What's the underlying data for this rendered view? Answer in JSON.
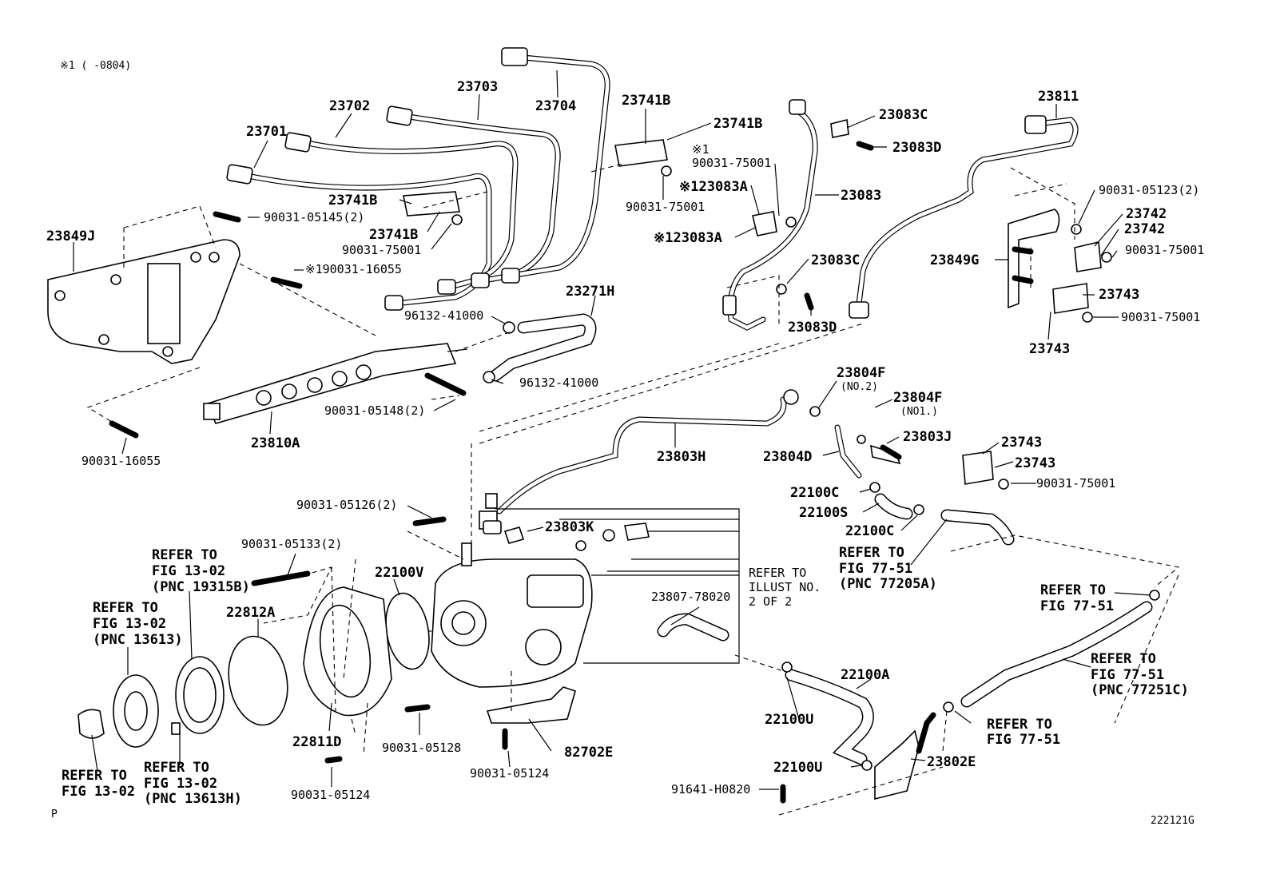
{
  "header": {
    "note": "※1 (      -0804)"
  },
  "footer": {
    "left_mark": "P",
    "figure_code": "222121G"
  },
  "callouts": {
    "c23701": "23701",
    "c23702": "23702",
    "c23703": "23703",
    "c23704": "23704",
    "c23741B_a": "23741B",
    "c23741B_b": "23741B",
    "c23741B_c": "23741B",
    "c23741B_d": "23741B",
    "c23849J": "23849J",
    "c90031_05145": "90031-05145(2)",
    "c90031_16055_x": "※190031-16055",
    "c90031_75001_a": "90031-75001",
    "c90031_75001_b": "90031-75001",
    "c_star1": "※1",
    "c90031_75001_c": "90031-75001",
    "c23083A_a": "※123083A",
    "c23083A_b": "※123083A",
    "c23083C_a": "23083C",
    "c23083D_a": "23083D",
    "c23083": "23083",
    "c23083C_b": "23083C",
    "c23083D_b": "23083D",
    "c23811": "23811",
    "c90031_05123": "90031-05123(2)",
    "c23742_a": "23742",
    "c23742_b": "23742",
    "c23849G": "23849G",
    "c90031_75001_d": "90031-75001",
    "c23743_a": "23743",
    "c90031_75001_e": "90031-75001",
    "c23743_b": "23743",
    "c23271H": "23271H",
    "c96132_41000_a": "96132-41000",
    "c96132_41000_b": "96132-41000",
    "c90031_05148": "90031-05148(2)",
    "c23810A": "23810A",
    "c90031_16055": "90031-16055",
    "c23804F_a": "23804F",
    "c_no2": "(NO.2)",
    "c23804F_b": "23804F",
    "c_no1": "(NO1.)",
    "c23803J": "23803J",
    "c23804D": "23804D",
    "c23803H": "23803H",
    "c23743_c": "23743",
    "c23743_d": "23743",
    "c90031_75001_f": "90031-75001",
    "c22100C_a": "22100C",
    "c22100S": "22100S",
    "c22100C_b": "22100C",
    "c90031_05126": "90031-05126(2)",
    "c23803K": "23803K",
    "c90031_05133": "90031-05133(2)",
    "c22100V": "22100V",
    "c22812A": "22812A",
    "c23807": "23807-78020",
    "c22811D": "22811D",
    "c90031_05128": "90031-05128",
    "c82702E": "82702E",
    "c90031_05124_a": "90031-05124",
    "c90031_05124_b": "90031-05124",
    "c22100A": "22100A",
    "c22100U_a": "22100U",
    "c22100U_b": "22100U",
    "c23802E": "23802E",
    "c91641": "91641-H0820"
  },
  "refer_notes": {
    "r_illust": [
      "REFER TO",
      "ILLUST NO.",
      "2 OF 2"
    ],
    "r_77_51_a": [
      "REFER TO",
      "FIG 77-51",
      "(PNC 77205A)"
    ],
    "r_77_51_b": [
      "REFER TO",
      "FIG 77-51"
    ],
    "r_77_51_c": [
      "REFER TO",
      "FIG 77-51",
      "(PNC 77251C)"
    ],
    "r_77_51_d": [
      "REFER TO",
      "FIG 77-51"
    ],
    "r_13_02_a": [
      "REFER TO",
      "FIG 13-02",
      "(PNC 19315B)"
    ],
    "r_13_02_b": [
      "REFER TO",
      "FIG 13-02",
      "(PNC 13613)"
    ],
    "r_13_02_c": [
      "REFER TO",
      "FIG 13-02",
      "(PNC 13613H)"
    ],
    "r_13_02_d": [
      "REFER TO",
      "FIG 13-02"
    ]
  }
}
